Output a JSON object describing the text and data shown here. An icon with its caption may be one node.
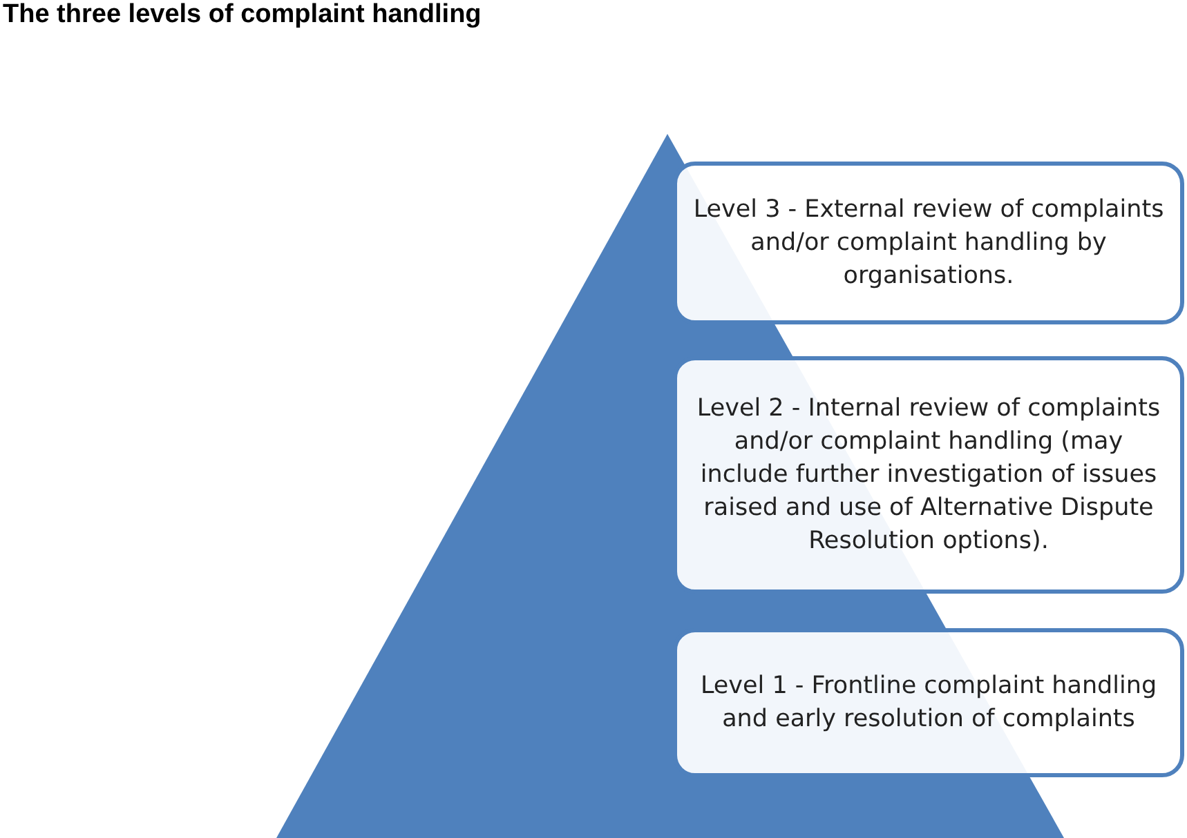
{
  "diagram": {
    "title": "The three levels of complaint handling",
    "nodes": [
      {
        "text": [
          "Level 3 - External review of complaints and/or complaint handling by organisations."
        ]
      },
      {
        "text": [
          "Level 2 - Internal review of complaints and/or complaint handling (may include further investigation of issues raised and use of Alternative Dispute Resolution options)."
        ]
      },
      {
        "text": [
          "Level 1 - Frontline complaint handling and early resolution of complaints"
        ]
      }
    ]
  }
}
